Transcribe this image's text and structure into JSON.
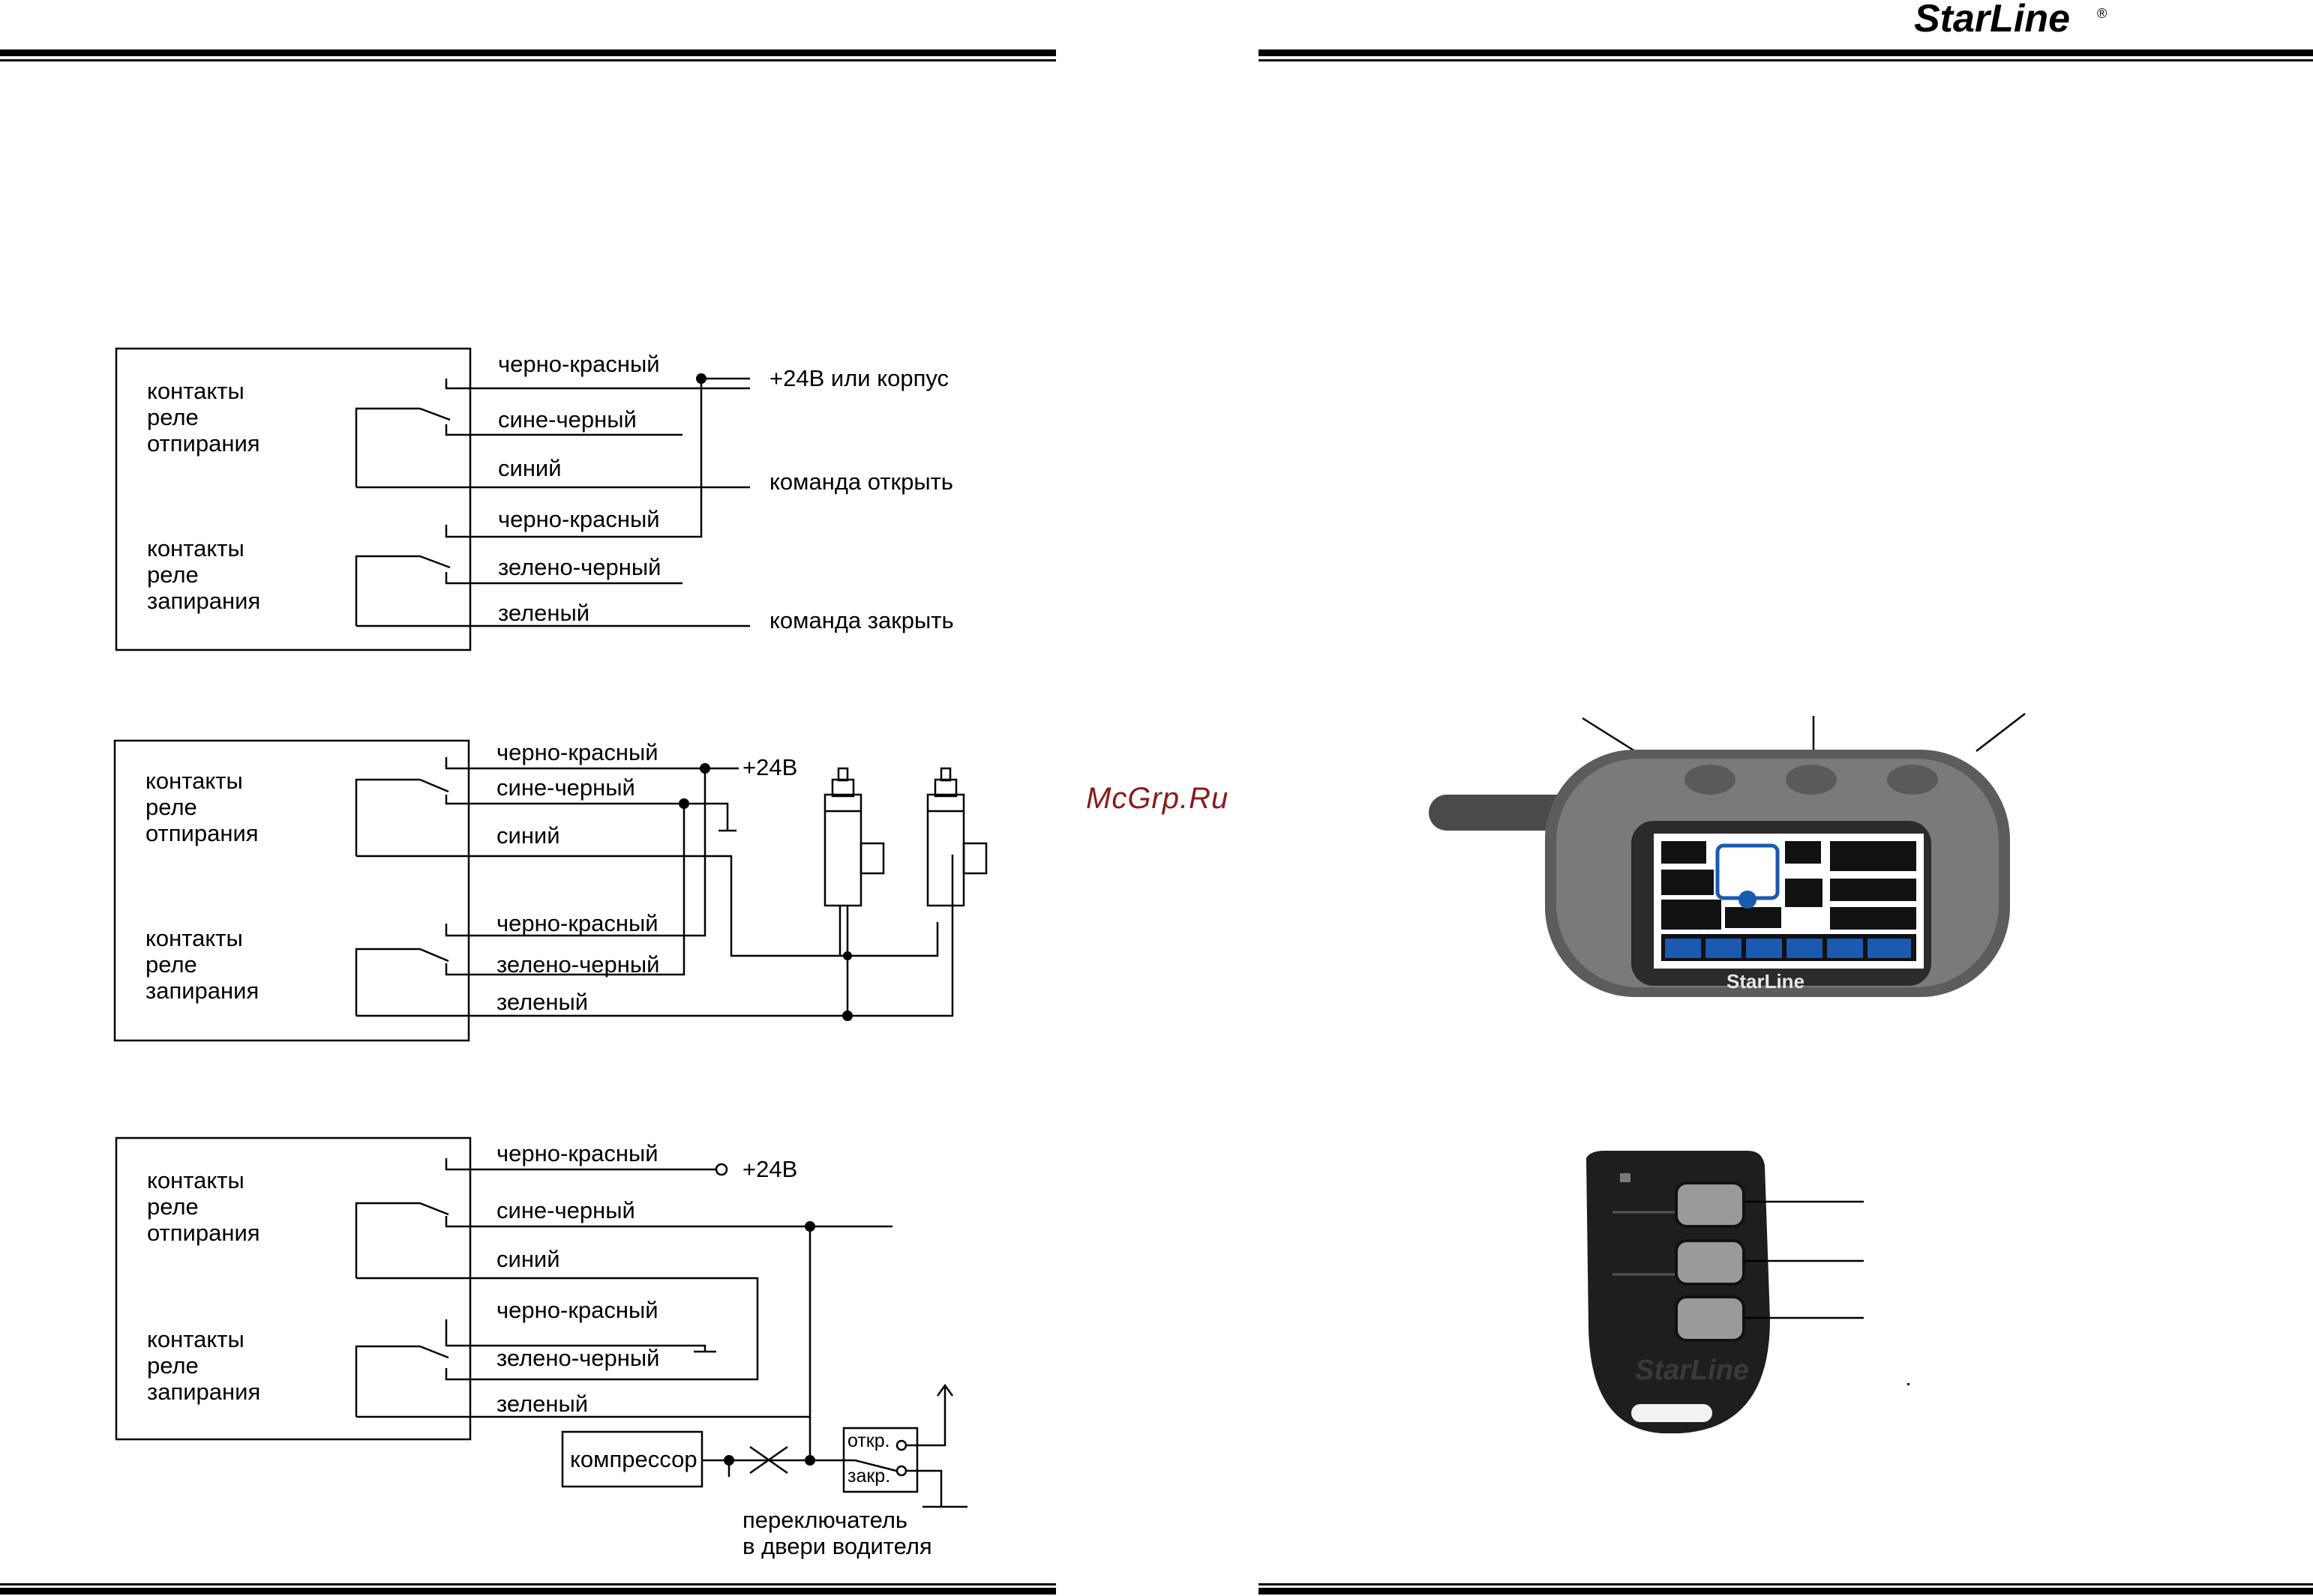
{
  "brand": {
    "logo": "StarLine",
    "reg": "®"
  },
  "watermark": "McGrp.Ru",
  "diagram1": {
    "relay_unlock": [
      "контакты",
      "реле",
      "отпирания"
    ],
    "relay_lock": [
      "контакты",
      "реле",
      "запирания"
    ],
    "wires": [
      "черно-красный",
      "сине-черный",
      "синий",
      "черно-красный",
      "зелено-черный",
      "зеленый"
    ],
    "right_labels": [
      "+24В или корпус",
      "команда открыть",
      "команда закрыть"
    ]
  },
  "diagram2": {
    "relay_unlock": [
      "контакты",
      "реле",
      "отпирания"
    ],
    "relay_lock": [
      "контакты",
      "реле",
      "запирания"
    ],
    "wires": [
      "черно-красный",
      "сине-черный",
      "синий",
      "черно-красный",
      "зелено-черный",
      "зеленый"
    ],
    "supply": "+24В"
  },
  "diagram3": {
    "relay_unlock": [
      "контакты",
      "реле",
      "отпирания"
    ],
    "relay_lock": [
      "контакты",
      "реле",
      "запирания"
    ],
    "wires": [
      "черно-красный",
      "сине-черный",
      "синий",
      "черно-красный",
      "зелено-черный",
      "зеленый"
    ],
    "supply": "+24В",
    "compressor": "компрессор",
    "switch_open": "откр.",
    "switch_close": "закр.",
    "switch_caption": [
      "переключатель",
      "в двери водителя"
    ]
  },
  "remote_main": {
    "screen_brand": "StarLine"
  },
  "remote_aux": {
    "brand": "StarLine"
  }
}
